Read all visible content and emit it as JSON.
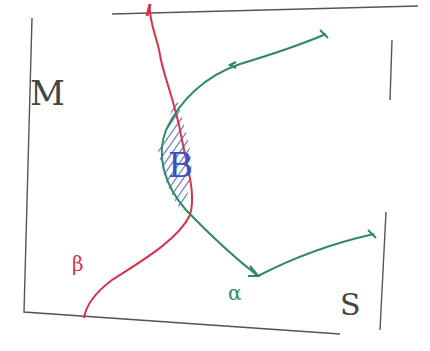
{
  "diagram": {
    "labels": [
      "M",
      "B",
      "β",
      "α",
      "S"
    ]
  }
}
